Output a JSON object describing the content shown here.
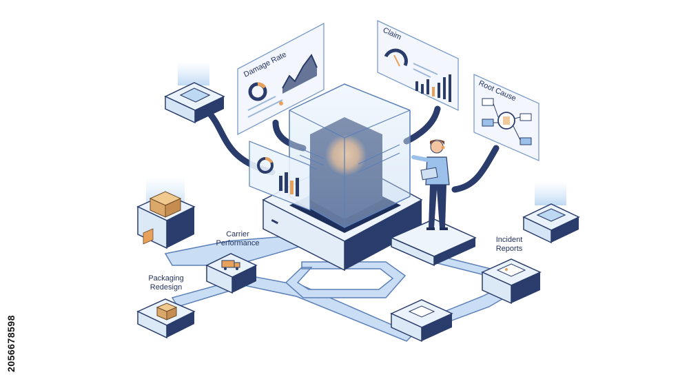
{
  "diagram": {
    "panels": {
      "damage_rate": "Damage Rate",
      "claim": "Claim",
      "root_cause": "Root Cause"
    },
    "nodes": {
      "carrier_performance": "Carrier\nPerformance",
      "packaging_redesign": "Packaging\nRedesign",
      "incident_reports": "Incident\nReports"
    }
  },
  "watermark": {
    "stock_id": "2056678598"
  },
  "colors": {
    "navy": "#1f2f5c",
    "pipe_blue": "#c9def5",
    "pipe_edge": "#5b7fb8",
    "accent_orange": "#e8a15a",
    "glass": "#dcebfa"
  }
}
